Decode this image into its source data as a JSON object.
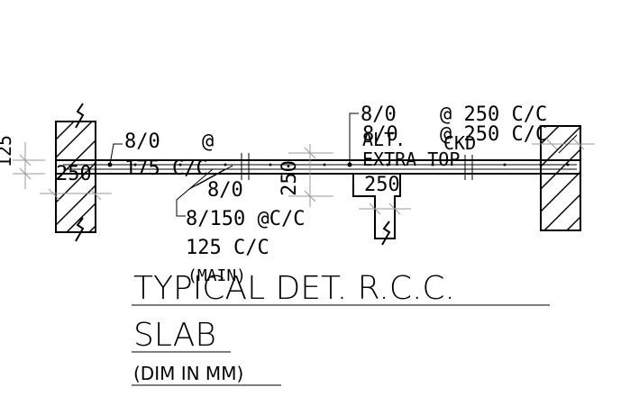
{
  "labels": {
    "dim_125_left": "125",
    "dim_250_left": "250",
    "bar_left_top_a": "8/0",
    "bar_left_top_b": "@",
    "bar_left_spacing": "175 C/C",
    "bar_center_a": "8/0",
    "bar_150": "8/150 @C/C",
    "bar_125": "125 C/C",
    "main_label": "(MAIN)",
    "dim_250_vertical": "250",
    "bar_right_top_a": "8/0",
    "bar_right_top_b": "@ 250 C/C",
    "alt_label": "ALT.",
    "bar_right_second_a": "8/0",
    "bar_right_second_b": "@ 250 C/C",
    "extra_top": "EXTRA TOP",
    "ckd_label": "CKD",
    "beam_250": "250"
  },
  "title": {
    "line1": "TYPICAL DET. R.C.C.",
    "line2": "SLAB",
    "dim_note": "(DIM IN MM)"
  }
}
